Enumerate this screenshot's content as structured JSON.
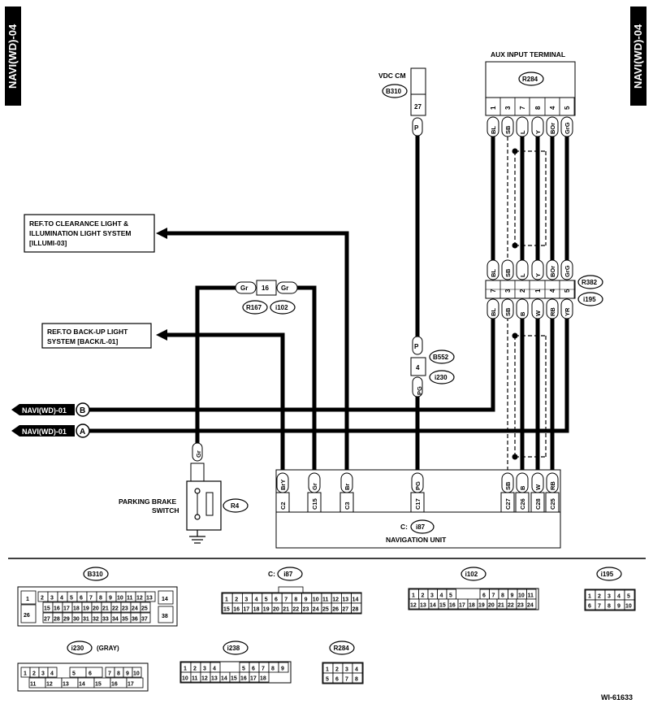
{
  "header": {
    "left_tab": "NAVI(WD)-04",
    "right_tab": "NAVI(WD)-04"
  },
  "refs": {
    "clearance": [
      "REF.TO CLEARANCE LIGHT &",
      "ILLUMINATION LIGHT SYSTEM",
      "[ILLUMI-03]"
    ],
    "backup": [
      "REF.TO BACK-UP LIGHT",
      "SYSTEM [BACK/L-01]"
    ],
    "navi_b": "NAVI(WD)-01",
    "navi_b_letter": "B",
    "navi_a": "NAVI(WD)-01",
    "navi_a_letter": "A"
  },
  "components": {
    "vdc_cm": "VDC CM",
    "b310": "B310",
    "aux_title": "AUX INPUT TERMINAL",
    "r284": "R284",
    "r382": "R382",
    "i195": "i195",
    "r167": "R167",
    "i102": "i102",
    "b552": "B552",
    "i230": "i230",
    "parking_brake": [
      "PARKING BRAKE",
      "SWITCH"
    ],
    "r4": "R4",
    "nav_prefix": "C:",
    "i87": "i87",
    "nav_unit": "NAVIGATION UNIT"
  },
  "pins": {
    "aux_top": [
      "1",
      "3",
      "7",
      "8",
      "4",
      "5"
    ],
    "aux_top_wires": [
      "BL",
      "SB",
      "L",
      "Y",
      "BOr",
      "GrG"
    ],
    "mid_upper_wires": [
      "BL",
      "SB",
      "L",
      "Y",
      "BOr",
      "GrG"
    ],
    "mid_pins": [
      "7",
      "3",
      "2",
      "1",
      "4",
      "5"
    ],
    "mid_lower_wires": [
      "BL",
      "SB",
      "B",
      "W",
      "RB",
      "YR"
    ],
    "vdc_pin": "27",
    "vdc_wire": "P",
    "b552_upper": "P",
    "b552_pin": "4",
    "b552_lower": "PG",
    "r167_left": "Gr",
    "r167_pin": "16",
    "r167_right": "Gr",
    "pb_wire": "Gr",
    "nav_wires": [
      "BrY",
      "Gr",
      "Br",
      "PG",
      "SB",
      "B",
      "W",
      "RB"
    ],
    "nav_pins": [
      "C2",
      "C15",
      "C3",
      "C17",
      "C27",
      "C26",
      "C28",
      "C25"
    ]
  },
  "connectors": {
    "b310": {
      "label": "B310",
      "left": "1",
      "left2": "26",
      "row1": [
        "2",
        "3",
        "4",
        "5",
        "6",
        "7",
        "8",
        "9",
        "10",
        "11",
        "12",
        "13"
      ],
      "row2": [
        "15",
        "16",
        "17",
        "18",
        "19",
        "20",
        "21",
        "22",
        "23",
        "24",
        "25"
      ],
      "row3": [
        "27",
        "28",
        "29",
        "30",
        "31",
        "32",
        "33",
        "34",
        "35",
        "36",
        "37"
      ],
      "right": "14",
      "right2": "38"
    },
    "i87": {
      "prefix": "C:",
      "label": "i87",
      "row1": [
        "1",
        "2",
        "3",
        "4",
        "5",
        "6",
        "7",
        "8",
        "9",
        "10",
        "11",
        "12",
        "13",
        "14"
      ],
      "row2": [
        "15",
        "16",
        "17",
        "18",
        "19",
        "20",
        "21",
        "22",
        "23",
        "24",
        "25",
        "26",
        "27",
        "28"
      ]
    },
    "i102": {
      "label": "i102",
      "row1": [
        "1",
        "2",
        "3",
        "4",
        "5",
        "6",
        "7",
        "8",
        "9",
        "10",
        "11"
      ],
      "row2": [
        "12",
        "13",
        "14",
        "15",
        "16",
        "17",
        "18",
        "19",
        "20",
        "21",
        "22",
        "23",
        "24"
      ]
    },
    "i195": {
      "label": "i195",
      "row1": [
        "1",
        "2",
        "3",
        "4",
        "5"
      ],
      "row2": [
        "6",
        "7",
        "8",
        "9",
        "10"
      ]
    },
    "i230": {
      "label": "i230",
      "suffix": "(GRAY)",
      "row1": [
        "1",
        "2",
        "3",
        "4",
        "5",
        "6",
        "7",
        "8",
        "9",
        "10"
      ],
      "row2": [
        "11",
        "12",
        "13",
        "14",
        "15",
        "16",
        "17"
      ]
    },
    "i238": {
      "label": "i238",
      "row1": [
        "1",
        "2",
        "3",
        "4",
        "5",
        "6",
        "7",
        "8",
        "9"
      ],
      "row2": [
        "10",
        "11",
        "12",
        "13",
        "14",
        "15",
        "16",
        "17",
        "18"
      ]
    },
    "r284": {
      "label": "R284",
      "row1": [
        "1",
        "2",
        "3",
        "4"
      ],
      "row2": [
        "5",
        "6",
        "7",
        "8"
      ]
    }
  },
  "footer": {
    "code": "WI-61633"
  }
}
